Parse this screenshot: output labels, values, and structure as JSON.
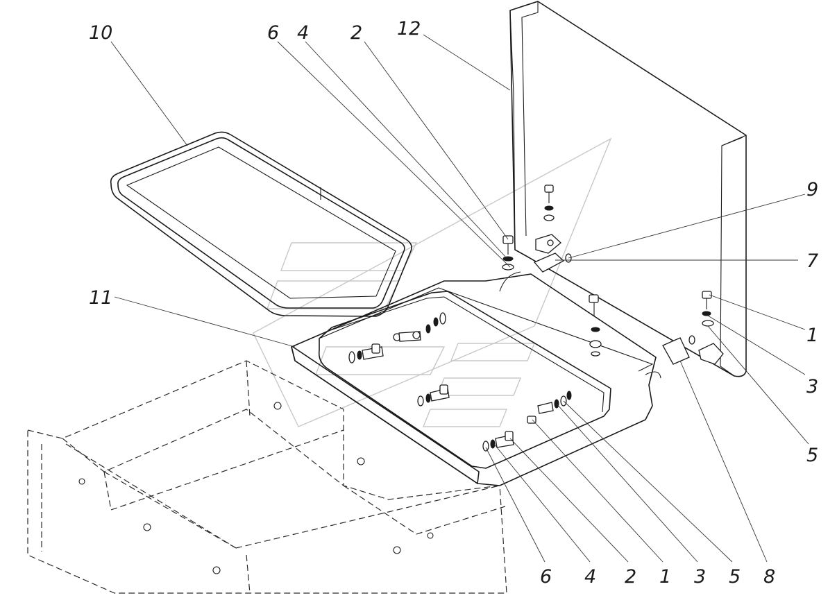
{
  "diagram": {
    "callouts": {
      "c_10": "10",
      "c_6_top": "6",
      "c_4_top": "4",
      "c_2_top": "2",
      "c_12": "12",
      "c_9": "9",
      "c_7": "7",
      "c_11": "11",
      "c_1_right": "1",
      "c_3_right": "3",
      "c_5_right": "5",
      "c_6_bottom": "6",
      "c_4_bottom": "4",
      "c_2_bottom": "2",
      "c_1_bottom": "1",
      "c_3_bottom": "3",
      "c_5_bottom": "5",
      "c_8_bottom": "8"
    }
  }
}
